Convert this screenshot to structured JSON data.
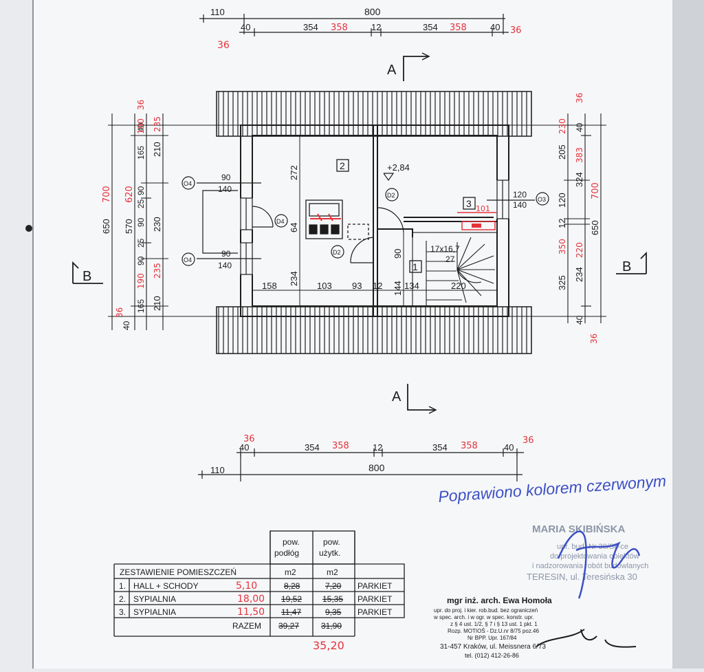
{
  "dims_top": {
    "offset": "110",
    "total": "800",
    "segments": [
      "40",
      "354",
      "12",
      "354",
      "40"
    ],
    "corrections": [
      "36",
      "358",
      "358",
      "36"
    ]
  },
  "dims_bottom": {
    "offset": "110",
    "total": "800",
    "segments": [
      "40",
      "354",
      "12",
      "354",
      "40"
    ],
    "corrections": [
      "36",
      "358",
      "358",
      "36"
    ]
  },
  "sections": {
    "a_top": "A",
    "a_bottom": "A",
    "b_left": "B",
    "b_right": "B"
  },
  "dims_left": {
    "outer": "650",
    "outer_fix": "700",
    "mid": "570",
    "mid_fix": "620",
    "chain": [
      "40",
      "165",
      "90",
      "25",
      "90",
      "25",
      "90",
      "165",
      "40"
    ],
    "chain_fix": [
      "36",
      "190",
      "190",
      "36"
    ],
    "right_chain": [
      "210",
      "230",
      "210"
    ],
    "right_fix": [
      "235",
      "235"
    ]
  },
  "dims_right": {
    "outer": "650",
    "outer_fix": "700",
    "mid": [
      "205",
      "120",
      "12",
      "325",
      "234"
    ],
    "mid2": [
      "324",
      "220"
    ],
    "fixes": [
      "36",
      "230",
      "383",
      "350",
      "36"
    ],
    "ends": [
      "40",
      "40"
    ]
  },
  "plan": {
    "rooms": [
      "1",
      "2",
      "3"
    ],
    "level": "+2,84",
    "windows": [
      {
        "tag": "O4",
        "w": "90",
        "h": "140"
      },
      {
        "tag": "O4",
        "w": "90",
        "h": "140"
      },
      {
        "tag": "O3",
        "w": "120",
        "h": "140"
      }
    ],
    "doors": [
      "D4",
      "D2",
      "D2"
    ],
    "interior_dims": [
      "272",
      "64",
      "234",
      "90",
      "144",
      "158",
      "103",
      "93",
      "12",
      "134",
      "220"
    ],
    "stair": {
      "size": "17x16,7",
      "count": "27"
    },
    "room3_fix": "101"
  },
  "note_handwritten": "Poprawiono kolorem czerwonym",
  "stamp_blue": {
    "name": "MARIA SKIBIŃSKA",
    "lines": [
      "upr. bud. Nr 30/Sk-ce",
      "do projektowania obiektów",
      "i nadzorowania robót budowlanych",
      "TERESIN, ul. Teresińska 30"
    ]
  },
  "stamp_black": {
    "name": "mgr inż. arch. Ewa Homoła",
    "lines": [
      "upr. do proj. i kier. rob.bud. bez ograniczeń",
      "w spec. arch. i w ogr. w spec. konstr. upr.",
      "z § 4 ust. 1/2, § 7 i § 13 ust. 1 pkt. 1",
      "Rozp. MOTIOŚ - Dz.U.nr 8/75 poz.46",
      "Nr BPP. Upr. 167/84",
      "31-457 Kraków, ul. Meissnera 6/73",
      "tel. (012) 412-26-86"
    ]
  },
  "table": {
    "col_headers": [
      "pow. podłóg",
      "pow. użytk."
    ],
    "title": "ZESTAWIENIE POMIESZCZEŃ",
    "units": [
      "m2",
      "m2"
    ],
    "rows": [
      {
        "no": "1.",
        "name": "HALL + SCHODY",
        "floor": "8,28",
        "floor_fix": "5,10",
        "usable": "7,20",
        "finish": "PARKIET"
      },
      {
        "no": "2.",
        "name": "SYPIALNIA",
        "floor": "19,52",
        "floor_fix": "18,00",
        "usable": "15,35",
        "finish": "PARKIET"
      },
      {
        "no": "3.",
        "name": "SYPIALNIA",
        "floor": "11,47",
        "floor_fix": "11,50",
        "usable": "9,35",
        "finish": "PARKIET"
      }
    ],
    "total_label": "RAZEM",
    "total_floor": "39,27",
    "total_usable": "31,90",
    "total_fix": "35,20"
  },
  "colors": {
    "red": "#e5323a",
    "blue": "#3b4fc4",
    "ink": "#1c1c1c",
    "stamp": "#8c96a8"
  }
}
